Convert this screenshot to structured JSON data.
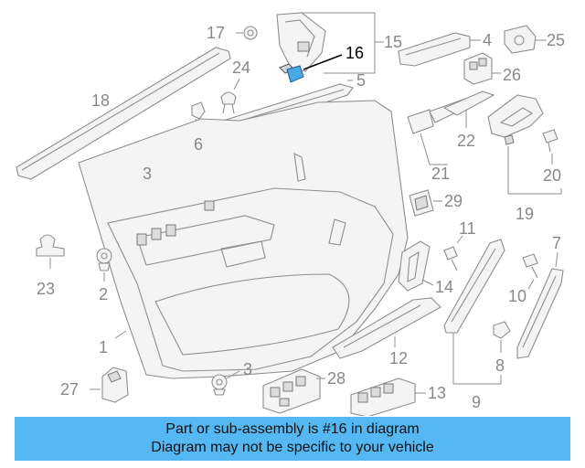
{
  "colors": {
    "footer_bg": "#55b8f2",
    "highlight": "#4aa8e6",
    "line": "#8e8e8e"
  },
  "callouts": {
    "c1": "1",
    "c2": "2",
    "c3a": "3",
    "c3b": "3",
    "c4": "4",
    "c5": "5",
    "c6": "6",
    "c7": "7",
    "c8": "8",
    "c9": "9",
    "c10": "10",
    "c11": "11",
    "c12": "12",
    "c13": "13",
    "c14": "14",
    "c15": "15",
    "c16": "16",
    "c17": "17",
    "c18": "18",
    "c19": "19",
    "c20": "20",
    "c21": "21",
    "c22": "22",
    "c23": "23",
    "c24": "24",
    "c25": "25",
    "c26": "26",
    "c27": "27",
    "c28": "28",
    "c29": "29"
  },
  "footer": {
    "line1": "Part or sub-assembly is #16 in diagram",
    "line2": "Diagram may not be specific to your vehicle"
  }
}
